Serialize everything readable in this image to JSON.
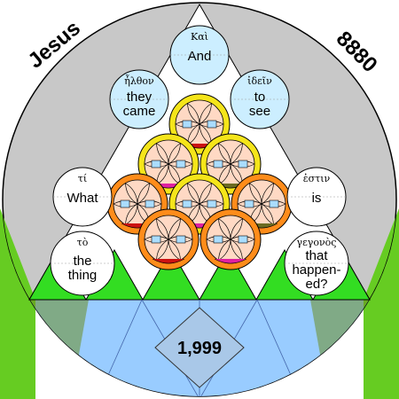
{
  "side_labels": {
    "left": "Jesus",
    "right": "8880"
  },
  "center_number": "1,999",
  "word_circles": [
    {
      "greek": "Καὶ",
      "english": [
        "And"
      ]
    },
    {
      "greek": "ἦλθον",
      "english": [
        "they",
        "came"
      ]
    },
    {
      "greek": "ἰδεῖν",
      "english": [
        "to",
        "see"
      ]
    },
    {
      "greek": "τί",
      "english": [
        "What"
      ]
    },
    {
      "greek": "ἐστιν",
      "english": [
        "is"
      ]
    },
    {
      "greek": "τὸ",
      "english": [
        "the",
        "thing"
      ]
    },
    {
      "greek": "γεγονὸς",
      "english": [
        "that",
        "happen-",
        "ed?"
      ]
    }
  ],
  "colors": {
    "green": "#33dd22",
    "grass": "#66cc22",
    "grey_circle": "#c8c8c8",
    "water": "#99ccff",
    "light_cyan": "#cceeff",
    "pink_face": "#ffd9c4",
    "yellow": "#f5e51a",
    "orange": "#ff8c1a",
    "red": "#cc1111",
    "magenta": "#e020a0",
    "olive": "#6b6b22",
    "eye_blue": "#aaddff"
  }
}
